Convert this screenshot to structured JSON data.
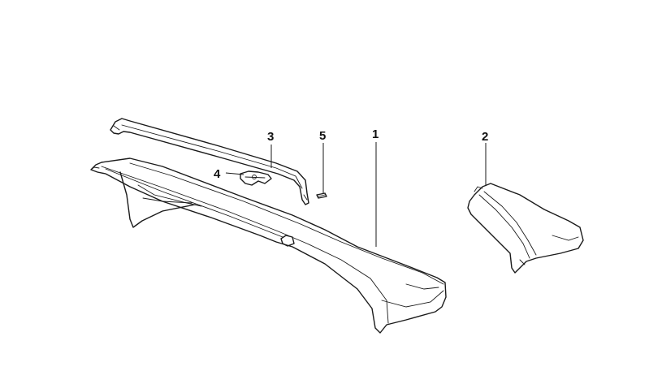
{
  "diagram": {
    "callouts": [
      {
        "id": "1",
        "label": "1"
      },
      {
        "id": "2",
        "label": "2"
      },
      {
        "id": "3",
        "label": "3"
      },
      {
        "id": "4",
        "label": "4"
      },
      {
        "id": "5",
        "label": "5"
      }
    ],
    "parts": [
      {
        "callout": "1",
        "name": "main-trim-panel"
      },
      {
        "callout": "2",
        "name": "side-trim-panel"
      },
      {
        "callout": "3",
        "name": "support-strip"
      },
      {
        "callout": "4",
        "name": "mounting-clip"
      },
      {
        "callout": "5",
        "name": "screw"
      }
    ],
    "colors": {
      "line": "#1a1a1a",
      "background": "#ffffff"
    }
  }
}
